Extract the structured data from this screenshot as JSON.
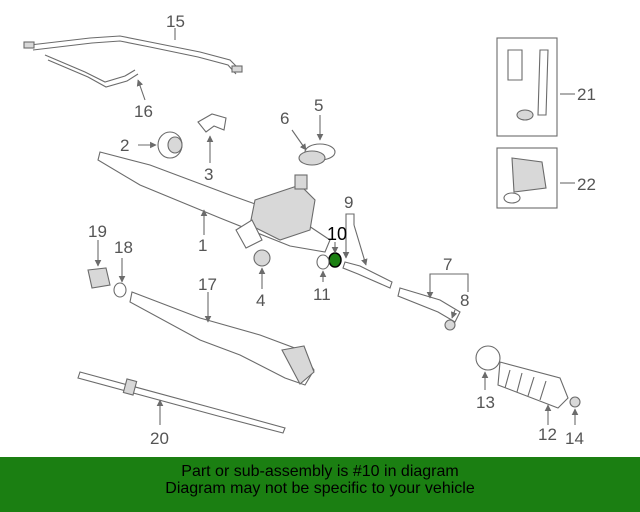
{
  "diagram": {
    "callouts": [
      "1",
      "2",
      "3",
      "4",
      "5",
      "6",
      "7",
      "8",
      "9",
      "10",
      "11",
      "12",
      "13",
      "14",
      "15",
      "16",
      "17",
      "18",
      "19",
      "20",
      "21",
      "22"
    ],
    "highlighted": "10"
  },
  "footer": {
    "line1": "Part or sub-assembly is #10 in diagram",
    "line2": "Diagram may not be specific to your vehicle"
  },
  "colors": {
    "footer_bg": "#1b7f12",
    "line": "#6b6b6b",
    "highlight_part": "#1b7f12"
  }
}
